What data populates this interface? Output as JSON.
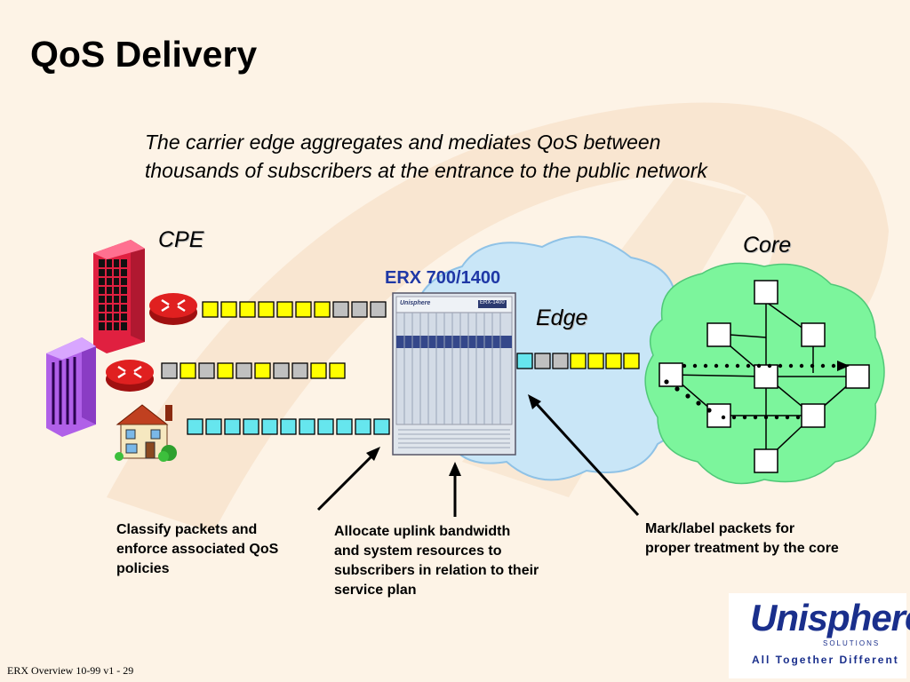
{
  "slide": {
    "title": "QoS Delivery",
    "subtitle_line1": "The carrier edge aggregates and mediates QoS between",
    "subtitle_line2": "thousands of subscribers at the entrance to the public network"
  },
  "diagram": {
    "cpe_label": "CPE",
    "core_label": "Core",
    "edge_label": "Edge",
    "device_label": "ERX 700/1400",
    "device_faceplate_brand": "Unisphere",
    "device_faceplate_model": "ERX-1400"
  },
  "queues": {
    "row1": [
      "yellow",
      "yellow",
      "yellow",
      "yellow",
      "yellow",
      "yellow",
      "yellow",
      "gray",
      "gray",
      "gray"
    ],
    "row2": [
      "gray",
      "yellow",
      "gray",
      "yellow",
      "gray",
      "yellow",
      "gray",
      "gray",
      "yellow",
      "yellow"
    ],
    "row3": [
      "cyan",
      "cyan",
      "cyan",
      "cyan",
      "cyan",
      "cyan",
      "cyan",
      "cyan",
      "cyan",
      "cyan",
      "cyan"
    ],
    "uplink": [
      "cyan",
      "gray",
      "gray",
      "yellow",
      "yellow",
      "yellow",
      "yellow"
    ]
  },
  "colors": {
    "yellow": "#ffff00",
    "gray": "#c0c0c0",
    "cyan": "#66e6ee",
    "cloud_blue": "#c9e6f7",
    "core_green": "#7cf59c",
    "accent_blue": "#1f38a6"
  },
  "callouts": {
    "classify": "Classify packets and enforce associated QoS policies",
    "allocate_line1": "Allocate uplink bandwidth",
    "allocate_line2": "and system resources to",
    "allocate_line3": "subscribers in relation to their",
    "allocate_line4": "service plan",
    "mark": "Mark/label packets for proper treatment by the core"
  },
  "footer": {
    "text": "ERX Overview 10-99 v1 - 29"
  },
  "logo": {
    "wordmark": "Unisphere",
    "solutions": "SOLUTIONS",
    "tagline": "All Together Different"
  }
}
